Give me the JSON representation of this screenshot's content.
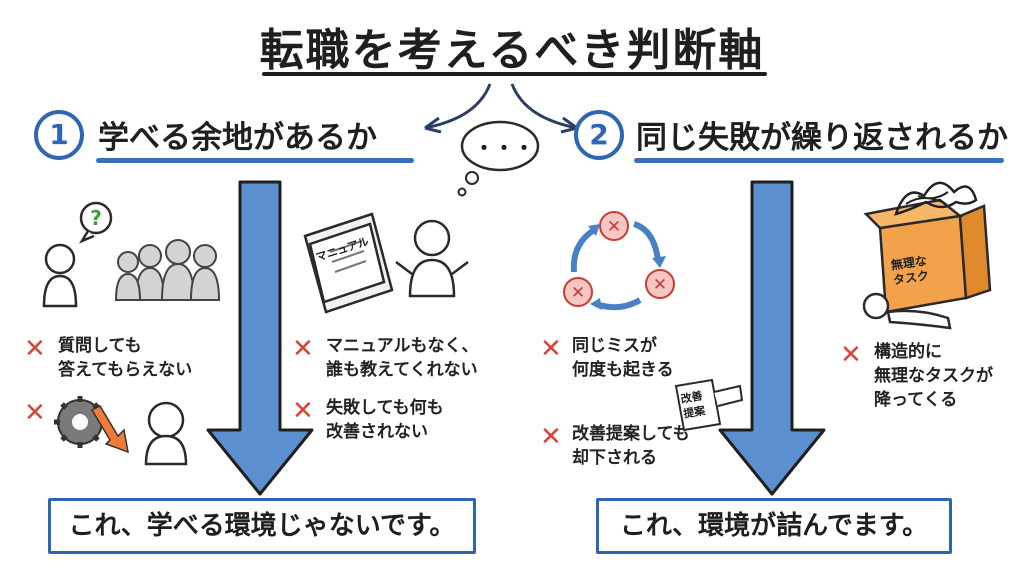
{
  "title": "転職を考えるべき判断軸",
  "left": {
    "number": "1",
    "heading": "学べる余地があるか",
    "items": [
      "質問しても\n答えてもらえない",
      "マニュアルもなく、\n誰も教えてくれない",
      "失敗しても何も\n改善されない"
    ],
    "manual_label": "マニュアル",
    "conclusion": "これ、学べる環境じゃないです。"
  },
  "right": {
    "number": "2",
    "heading": "同じ失敗が繰り返されるか",
    "items": [
      "同じミスが\n何度も起きる",
      "改善提案しても\n却下される",
      "構造的に\n無理なタスクが\n降ってくる"
    ],
    "proposal_label": "改善\n提案",
    "box_label": "無理な\nタスク",
    "conclusion": "これ、環境が詰んでます。"
  },
  "bubble_text": "・・・",
  "colors": {
    "accent": "#2f66b3",
    "arrow": "#5b8fd0",
    "cross": "#d9443a",
    "box": "#f2a24a"
  }
}
